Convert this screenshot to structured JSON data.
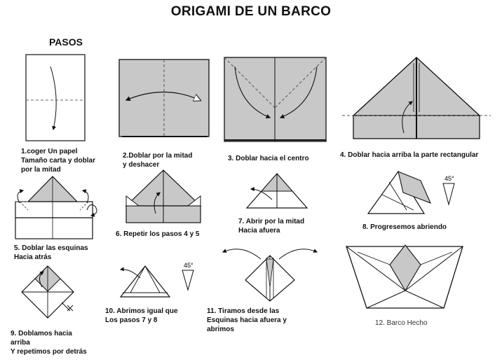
{
  "title": "ORIGAMI DE UN BARCO",
  "subtitle": "PASOS",
  "steps": [
    {
      "lines": [
        "1.coger Un papel",
        "Tamaño carta y doblar",
        "por la mitad"
      ]
    },
    {
      "lines": [
        "2.Doblar por la mitad",
        "y deshacer"
      ]
    },
    {
      "lines": [
        "3. Doblar hacia el centro"
      ]
    },
    {
      "lines": [
        "4. Doblar hacia arriba la parte rectangular"
      ]
    },
    {
      "lines": [
        "5. Doblar las esquinas",
        "Hacia atrás"
      ]
    },
    {
      "lines": [
        "6. Repetir los pasos 4 y 5"
      ]
    },
    {
      "lines": [
        "7. Abrir por la mitad",
        "Hacia afuera"
      ]
    },
    {
      "lines": [
        "8. Progresemos abriendo"
      ]
    },
    {
      "lines": [
        "9. Doblamos hacia",
        "arriba",
        "Y repetimos por detrás"
      ]
    },
    {
      "lines": [
        "10. Abrimos igual que",
        "Los pasos 7 y 8"
      ]
    },
    {
      "lines": [
        "11. Tiramos desde las",
        "Esquinas hacia afuera y",
        "abrimos"
      ]
    },
    {
      "lines": [
        "12. Barco Hecho"
      ]
    }
  ],
  "angle_marks": [
    "45°",
    "45°"
  ],
  "colors": {
    "paper": "#c8c8c8",
    "line": "#111111",
    "dashed": "#666666"
  }
}
